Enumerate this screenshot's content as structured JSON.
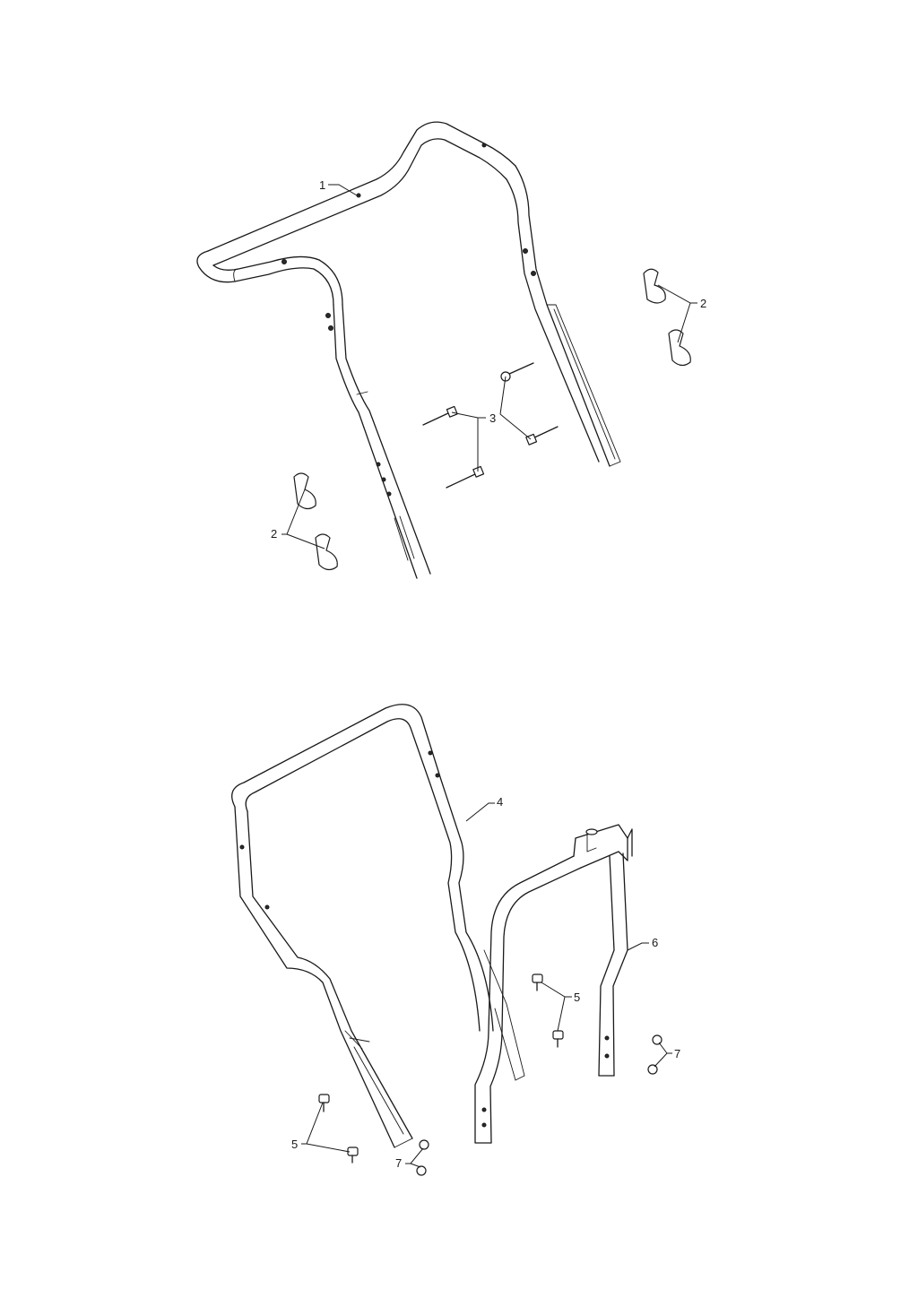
{
  "callouts": {
    "upper_handle": "1",
    "knob_right": "2",
    "bolts": "3",
    "knob_left": "2",
    "middle_handle": "4",
    "lower_handle": "6",
    "bolts_right": "5",
    "bolts_left": "5",
    "nuts_right": "7",
    "nuts_left": "7"
  }
}
